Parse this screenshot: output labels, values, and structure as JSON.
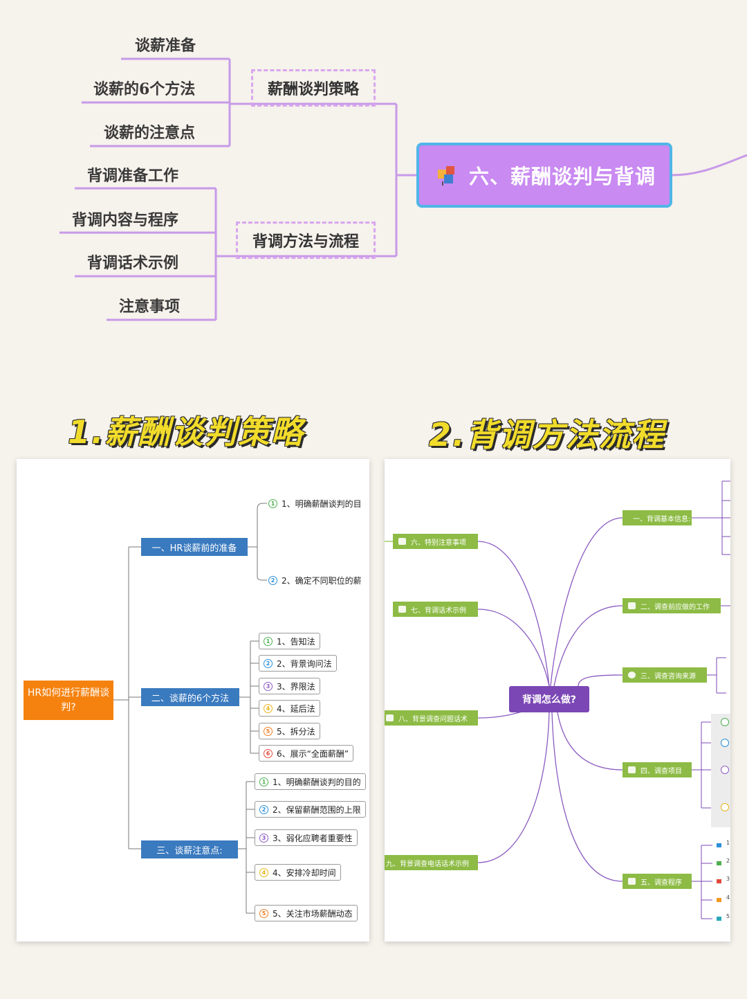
{
  "top_map": {
    "root": "六、薪酬谈判与背调",
    "branches": [
      {
        "label": "薪酬谈判策略",
        "children": [
          "谈薪准备",
          "谈薪的6个方法",
          "谈薪的注意点"
        ]
      },
      {
        "label": "背调方法与流程",
        "children": [
          "背调准备工作",
          "背调内容与程序",
          "背调话术示例",
          "注意事项"
        ]
      }
    ]
  },
  "sections": {
    "s1_title": "1.薪酬谈判策略",
    "s2_title": "2.背调方法流程"
  },
  "panel1": {
    "root": "HR如何进行薪酬谈判?",
    "nodes": [
      {
        "label": "一、HR谈薪前的准备",
        "children": [
          "1、明确薪酬谈判的目",
          "2、确定不同职位的薪"
        ]
      },
      {
        "label": "二、谈薪的6个方法",
        "children": [
          "1、告知法",
          "2、背景询问法",
          "3、界限法",
          "4、延后法",
          "5、拆分法",
          "6、展示“全面薪酬”"
        ]
      },
      {
        "label": "三、谈薪注意点:",
        "children": [
          "1、明确薪酬谈判的目的",
          "2、保留薪酬范围的上限",
          "3、弱化应聘者重要性",
          "4、安排冷却时间",
          "5、关注市场薪酬动态"
        ]
      }
    ],
    "pin_colors": [
      "#4caf50",
      "#2a8fd8",
      "#8e5bc4",
      "#e8b41a",
      "#ef7d22",
      "#e04a3c"
    ]
  },
  "panel2": {
    "center": "背调怎么做?",
    "left_nodes": [
      "六、特别注意事项",
      "七、背调话术示例",
      "八、背景调查问题话术",
      "九、背景调查电话话术示例"
    ],
    "right_nodes": [
      "一、背调基本信息:",
      "二、调查前应做的工作",
      "三、调查咨询来源",
      "四、调查项目",
      "五、调查程序"
    ],
    "right_edge_marks": [
      "1",
      "2",
      "3",
      "4",
      "5"
    ]
  },
  "colors": {
    "purple_line": "#c79ae8",
    "root_fill": "#c98af2",
    "root_border": "#4fb6e8",
    "title_yellow": "#f2dc2b",
    "orange": "#f5820f",
    "blue": "#3a7abf",
    "green": "#8dbb45",
    "center_purple": "#7b47b5"
  }
}
